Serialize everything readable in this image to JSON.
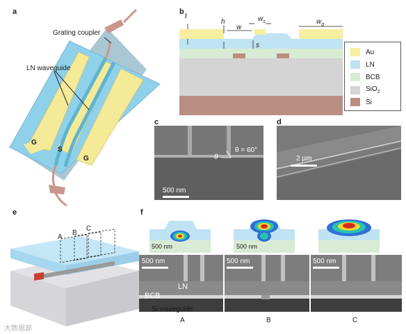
{
  "panels": {
    "a": "a",
    "b": "b",
    "c": "c",
    "d": "d",
    "e": "e",
    "f": "f"
  },
  "panel_a": {
    "grating_coupler": "Grating coupler",
    "ln_waveguide": "LN waveguide",
    "electrode_g_left": "G",
    "electrode_s": "S",
    "electrode_g_right": "G"
  },
  "panel_b": {
    "t": "t",
    "h": "h",
    "w": "w",
    "ws": "w",
    "ws_sub": "s",
    "wg": "w",
    "wg_sub": "g",
    "s": "s",
    "legend": [
      {
        "label": "Au",
        "color": "#f7ee9f"
      },
      {
        "label": "LN",
        "color": "#bfe3f3"
      },
      {
        "label": "BCB",
        "color": "#d8ebd4"
      },
      {
        "label": "SiO",
        "sub": "2",
        "color": "#d4d4d4"
      },
      {
        "label": "Si",
        "color": "#b98f82"
      }
    ]
  },
  "panel_c": {
    "angle": "θ = 60°",
    "theta": "θ",
    "scale": "500 nm"
  },
  "panel_d": {
    "scale": "2 µm"
  },
  "panel_e": {
    "cuts": [
      "A",
      "B",
      "C"
    ]
  },
  "panel_f": {
    "mode_scales": [
      "500 nm",
      "500 nm"
    ],
    "sem_scales": [
      "500 nm",
      "500 nm",
      "500 nm"
    ],
    "ln": "LN",
    "bcb": "BCB",
    "si_waveguide": "Si waveguide",
    "cut_labels": [
      "A",
      "B",
      "C"
    ]
  },
  "watermark": "大数据部"
}
